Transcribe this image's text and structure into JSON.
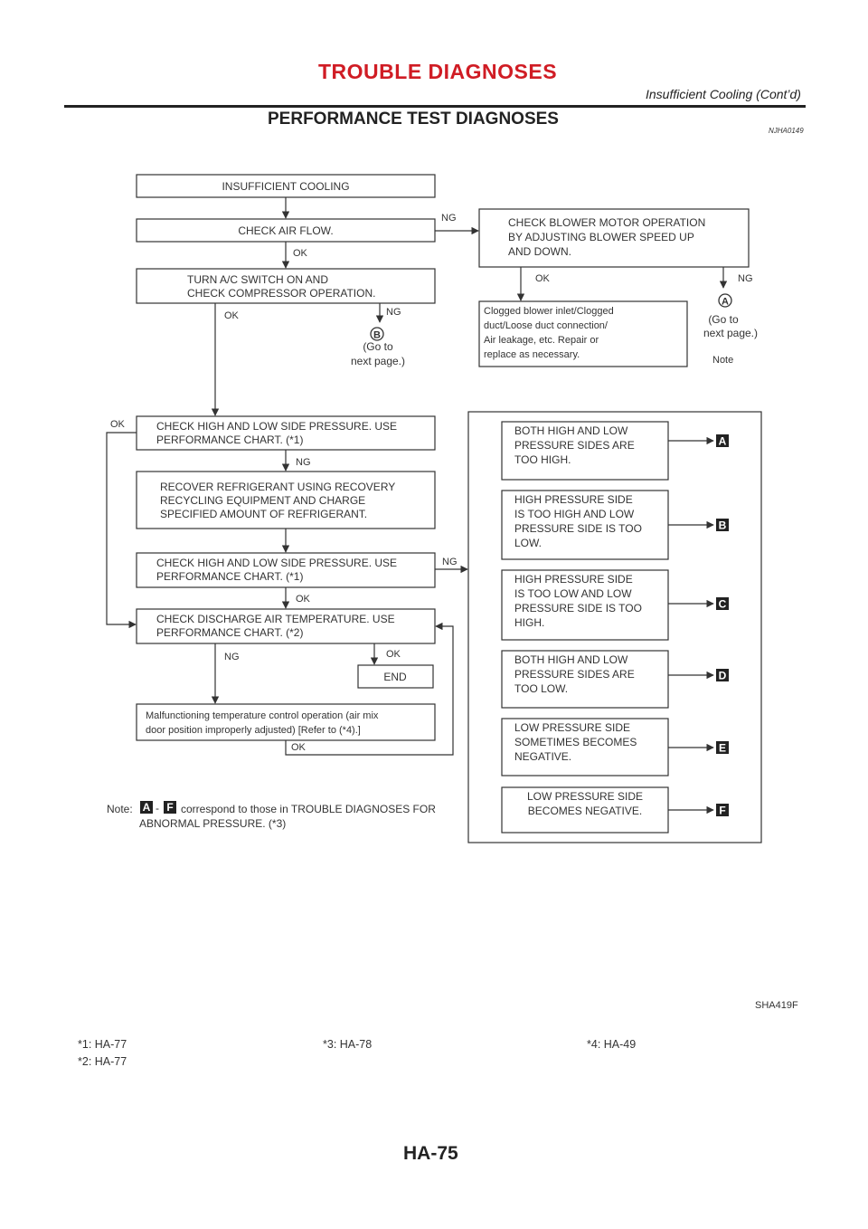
{
  "header": {
    "title": "TROUBLE DIAGNOSES",
    "subtitle": "Insufficient Cooling (Cont’d)"
  },
  "section": {
    "title": "PERFORMANCE TEST DIAGNOSES",
    "code": "NJHA0149"
  },
  "flowchart": {
    "box_insufficient": "INSUFFICIENT COOLING",
    "box_airflow": "CHECK AIR FLOW.",
    "box_blower": [
      "CHECK BLOWER MOTOR OPERATION",
      "BY ADJUSTING BLOWER SPEED UP",
      "AND DOWN."
    ],
    "box_compressor": [
      "TURN A/C SWITCH ON AND",
      "CHECK COMPRESSOR OPERATION."
    ],
    "box_clogged": [
      "Clogged blower inlet/Clogged",
      "duct/Loose duct connection/",
      "Air leakage, etc. Repair or",
      "replace as necessary."
    ],
    "box_pressure1": [
      "CHECK HIGH AND LOW SIDE PRESSURE. USE",
      "PERFORMANCE CHART. (*1)"
    ],
    "box_recover": [
      "RECOVER REFRIGERANT USING RECOVERY",
      "RECYCLING EQUIPMENT AND CHARGE",
      "SPECIFIED AMOUNT OF REFRIGERANT."
    ],
    "box_pressure2": [
      "CHECK HIGH AND LOW SIDE PRESSURE. USE",
      "PERFORMANCE CHART. (*1)"
    ],
    "box_discharge": [
      "CHECK DISCHARGE AIR TEMPERATURE. USE",
      "PERFORMANCE CHART. (*2)"
    ],
    "box_end": "END",
    "box_malfunction": [
      "Malfunctioning temperature control operation (air mix",
      "door position improperly adjusted) [Refer to (*4).]"
    ],
    "goto_b": [
      "(Go to",
      "next page.)"
    ],
    "goto_a": [
      "(Go to",
      "next page.)"
    ],
    "note_small": "Note",
    "label_ok": "OK",
    "label_ng": "NG",
    "marker_a": "A",
    "marker_b": "B",
    "cases": [
      {
        "lines": [
          "BOTH HIGH AND LOW",
          "PRESSURE SIDES ARE",
          "TOO HIGH."
        ],
        "marker": "A"
      },
      {
        "lines": [
          "HIGH PRESSURE SIDE",
          "IS TOO HIGH AND LOW",
          "PRESSURE SIDE IS TOO",
          "LOW."
        ],
        "marker": "B"
      },
      {
        "lines": [
          "HIGH PRESSURE SIDE",
          "IS TOO LOW AND LOW",
          "PRESSURE SIDE IS TOO",
          "HIGH."
        ],
        "marker": "C"
      },
      {
        "lines": [
          "BOTH HIGH AND LOW",
          "PRESSURE SIDES ARE",
          "TOO LOW."
        ],
        "marker": "D"
      },
      {
        "lines": [
          "LOW PRESSURE SIDE",
          "SOMETIMES BECOMES",
          "NEGATIVE."
        ],
        "marker": "E"
      },
      {
        "lines": [
          "LOW PRESSURE SIDE",
          "BECOMES NEGATIVE."
        ],
        "marker": "F"
      }
    ],
    "note_label": "Note:",
    "note_marker_from": "A",
    "note_dash": "-",
    "note_marker_to": "F",
    "note_text": "correspond to those in TROUBLE DIAGNOSES FOR",
    "note_text2": "ABNORMAL PRESSURE. (*3)"
  },
  "figure_code": "SHA419F",
  "footnotes": {
    "f1": "*1:  HA-77",
    "f2": "*2:  HA-77",
    "f3": "*3:  HA-78",
    "f4": "*4:  HA-49"
  },
  "page_number": "HA-75"
}
